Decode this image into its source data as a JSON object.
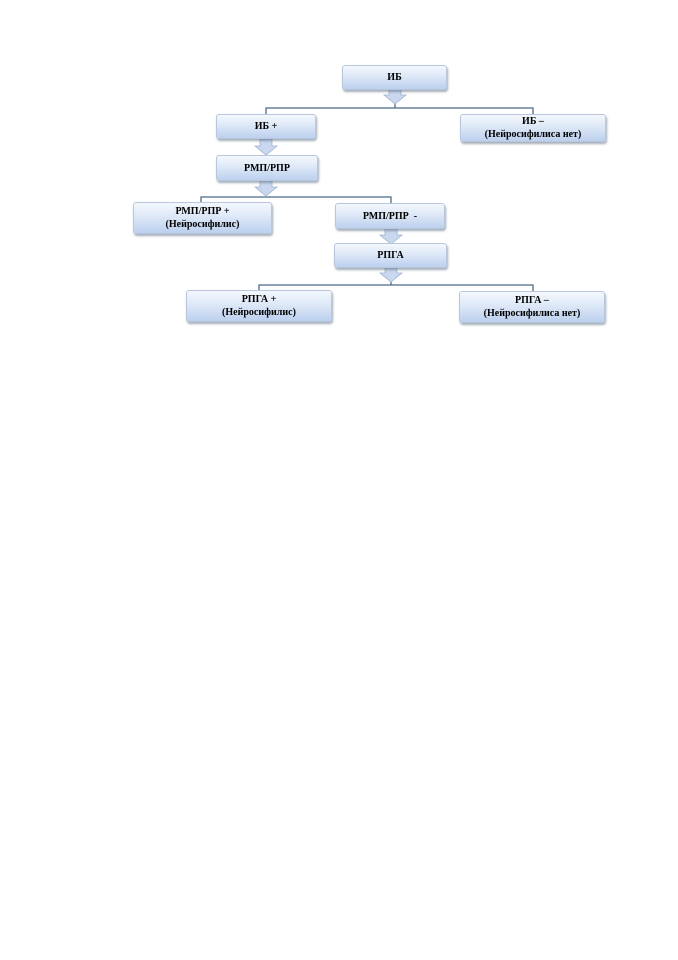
{
  "nodes": {
    "ib": {
      "line1": "ИБ",
      "line2": ""
    },
    "ib_pos": {
      "line1": "ИБ +",
      "line2": ""
    },
    "ib_neg": {
      "line1": "ИБ –",
      "line2": "(Нейросифилиса нет)"
    },
    "rmp": {
      "line1": "РМП/РПР",
      "line2": ""
    },
    "rmp_pos": {
      "line1": "РМП/РПР +",
      "line2": "(Нейросифилис)"
    },
    "rmp_neg": {
      "line1": "РМП/РПР  -",
      "line2": ""
    },
    "rpga": {
      "line1": "РПГА",
      "line2": ""
    },
    "rpga_pos": {
      "line1": "РПГА +",
      "line2": "(Нейросифилис)"
    },
    "rpga_neg": {
      "line1": "РПГА –",
      "line2": "(Нейросифилиса нет)"
    }
  },
  "colors": {
    "connector": "#4a6b8a",
    "arrow_fill": "#c9d8ef",
    "arrow_stroke": "#9fb3d0"
  }
}
